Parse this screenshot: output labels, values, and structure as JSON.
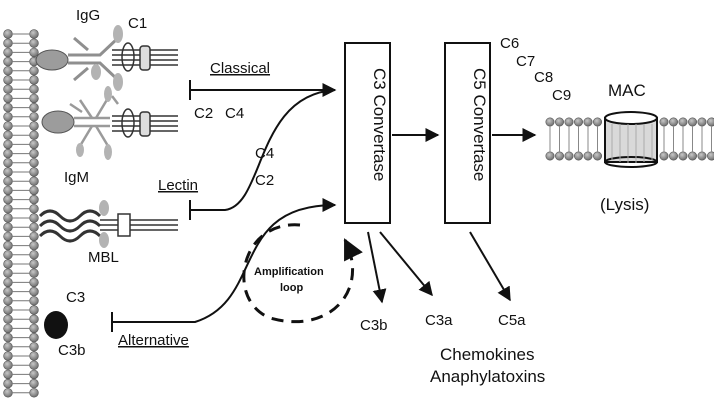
{
  "pathways": {
    "classical": "Classical",
    "lectin": "Lectin",
    "alternative": "Alternative"
  },
  "recognition": {
    "igg": "IgG",
    "igm": "IgM",
    "mbl": "MBL",
    "c1": "C1",
    "c3": "C3",
    "c3b": "C3b"
  },
  "cleavage": {
    "classical_c2": "C2",
    "classical_c4": "C4",
    "lectin_c4": "C4",
    "lectin_c2": "C2"
  },
  "convertases": {
    "c3": "C3 Convertase",
    "c5": "C5 Convertase"
  },
  "amplification": {
    "line1": "Amplification",
    "line2": "loop"
  },
  "terminal": {
    "c6": "C6",
    "c7": "C7",
    "c8": "C8",
    "c9": "C9",
    "mac": "MAC",
    "lysis": "(Lysis)"
  },
  "products": {
    "c3b": "C3b",
    "c3a": "C3a",
    "c5a": "C5a",
    "chemokines": "Chemokines",
    "anaphylatoxins": "Anaphylatoxins"
  },
  "colors": {
    "bead": "#8a8a8a",
    "antibody": "#9a9a9a",
    "line": "#111111",
    "pore": "#d9d9d9"
  }
}
